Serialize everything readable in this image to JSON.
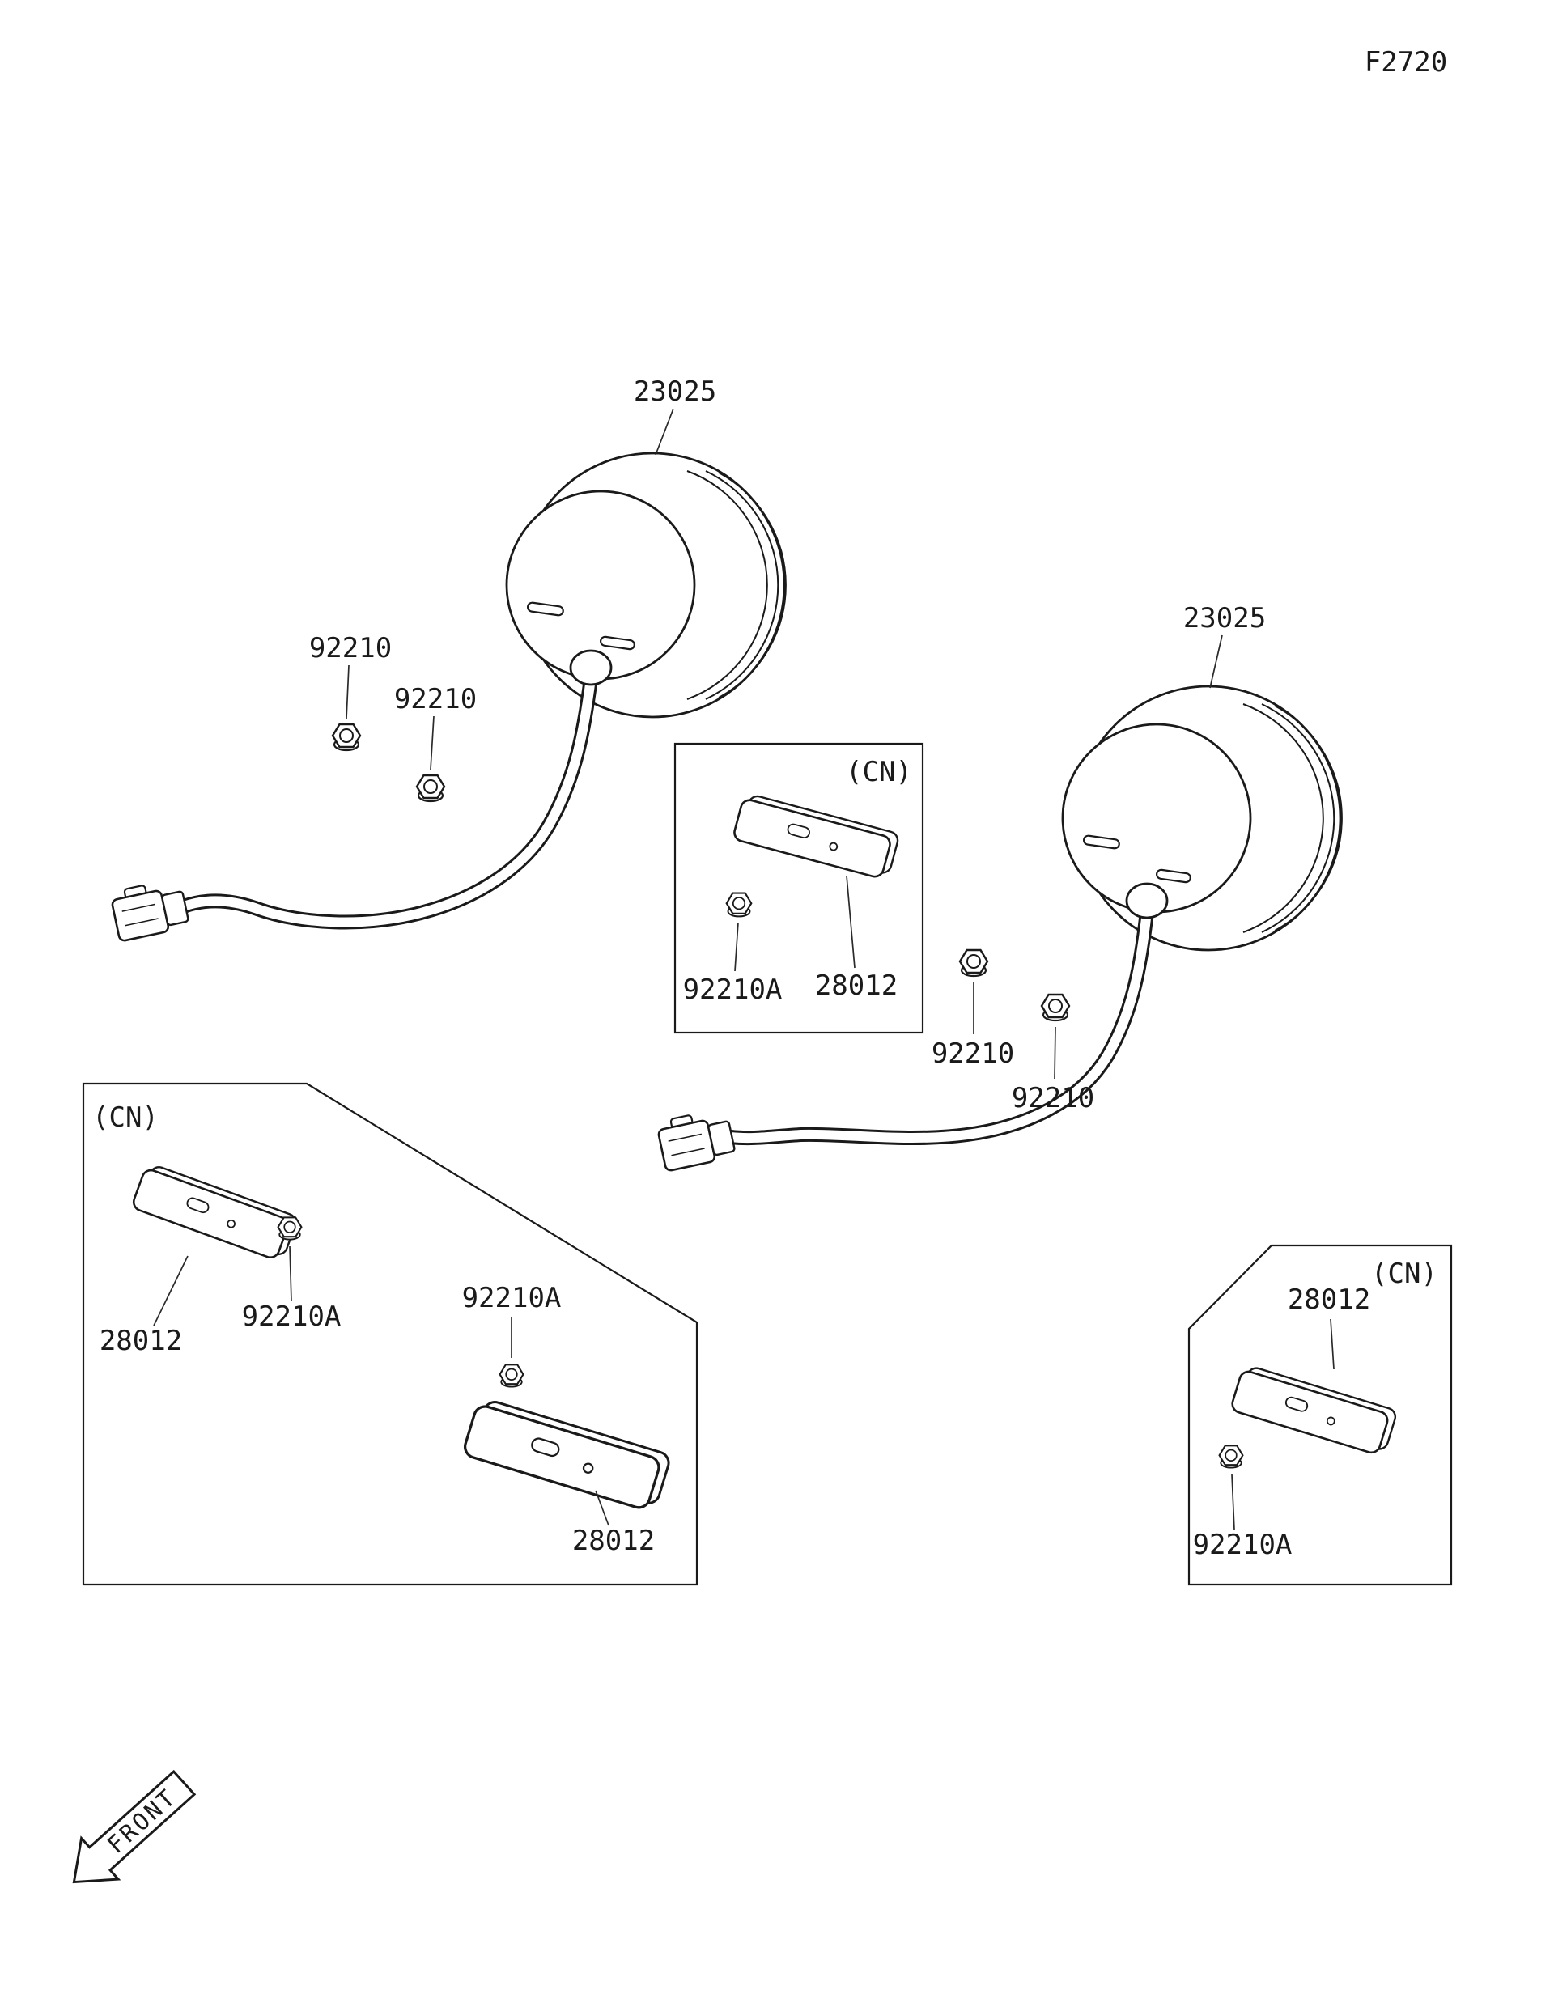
{
  "figure_code": "F2720",
  "parts": {
    "lamp": "23025",
    "nut": "92210",
    "nut_small": "92210A",
    "reflector": "28012"
  },
  "markers": {
    "cn": "(CN)",
    "front": "FRONT"
  }
}
